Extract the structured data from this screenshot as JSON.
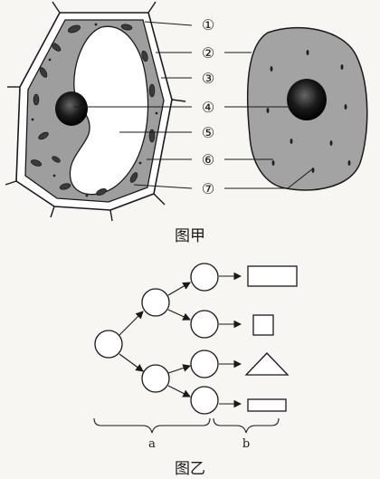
{
  "figure_a": {
    "caption": "图甲",
    "labels": [
      "①",
      "②",
      "③",
      "④",
      "⑤",
      "⑥",
      "⑦"
    ],
    "colors": {
      "cytoplasm": "#9e9e9e",
      "vacuole": "#ffffff",
      "nucleus": "#111111",
      "wall": "#ffffff"
    }
  },
  "figure_b": {
    "caption": "图乙",
    "brace_labels": [
      "a",
      "b"
    ],
    "shapes": [
      "rectangle",
      "square",
      "triangle",
      "flat-rectangle"
    ]
  }
}
